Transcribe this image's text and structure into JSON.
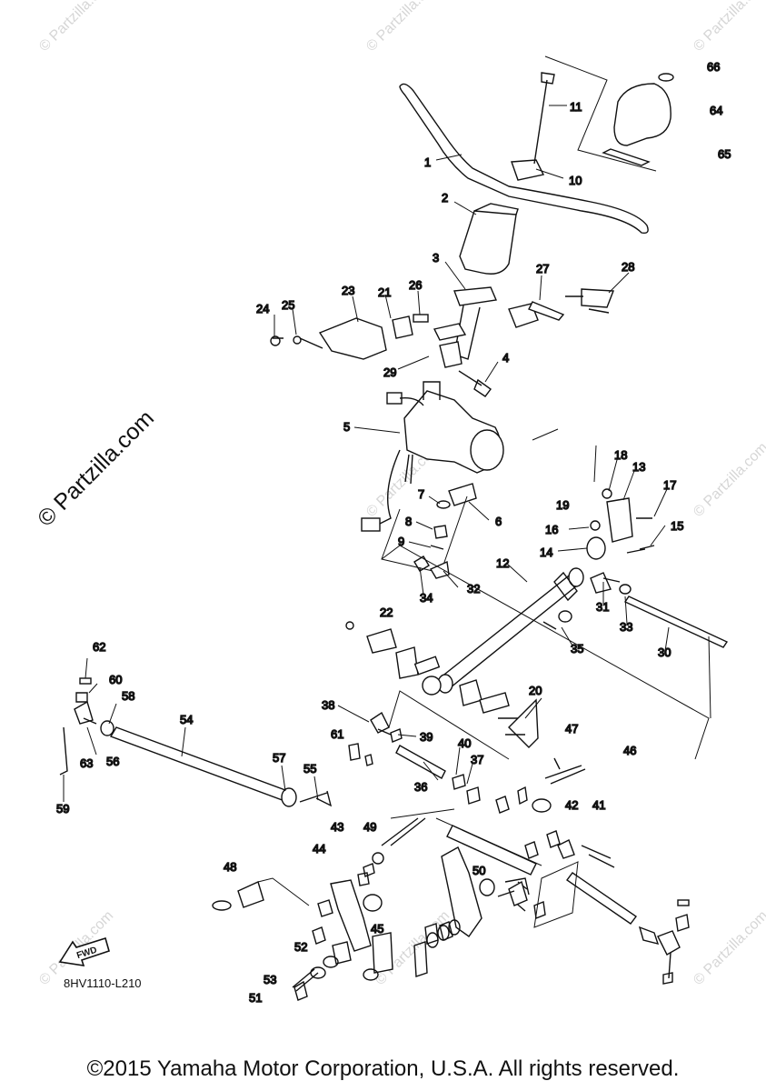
{
  "watermark_text": "© Partzilla.com",
  "diagram_code": "8HV1110-L210",
  "fwd_label": "FWD",
  "copyright": "©2015 Yamaha Motor Corporation, U.S.A. All rights reserved.",
  "callouts": [
    "1",
    "2",
    "3",
    "4",
    "5",
    "6",
    "7",
    "8",
    "9",
    "10",
    "11",
    "12",
    "13",
    "14",
    "15",
    "16",
    "17",
    "18",
    "19",
    "20",
    "21",
    "22",
    "23",
    "24",
    "25",
    "26",
    "27",
    "28",
    "29",
    "30",
    "31",
    "32",
    "33",
    "34",
    "35",
    "36",
    "37",
    "38",
    "39",
    "40",
    "41",
    "42",
    "43",
    "44",
    "45",
    "46",
    "47",
    "48",
    "49",
    "50",
    "51",
    "52",
    "53",
    "54",
    "55",
    "56",
    "57",
    "58",
    "59",
    "60",
    "61",
    "62",
    "63",
    "64",
    "65",
    "66"
  ]
}
